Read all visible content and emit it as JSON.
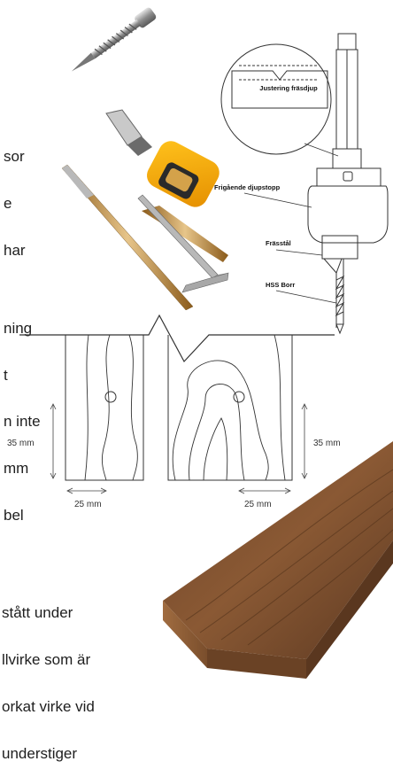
{
  "text_top": {
    "lines": [
      "sor",
      "e",
      "har",
      "",
      "ning",
      "t",
      "n inte",
      "mm",
      "bel"
    ]
  },
  "text_bottom": {
    "lines": [
      "stått under",
      "llvirke som är",
      "orkat virke vid",
      "understiger"
    ]
  },
  "bit_diagram": {
    "callout_label": "Justering fräsdjup",
    "labels": {
      "stop": "Frigående djupstopp",
      "cutter": "Frässtål",
      "drill": "HSS Borr"
    }
  },
  "board_diagram": {
    "height_left": "35 mm",
    "height_right": "35 mm",
    "width_left": "25 mm",
    "width_right": "25 mm"
  },
  "colors": {
    "tool_orange": "#f6a800",
    "wood_brown": "#7a4a26",
    "line": "#333333"
  },
  "icons": [
    "screw-image",
    "countersink-bit-image",
    "drill-bit-image",
    "hex-key-image",
    "wood-board-image"
  ]
}
